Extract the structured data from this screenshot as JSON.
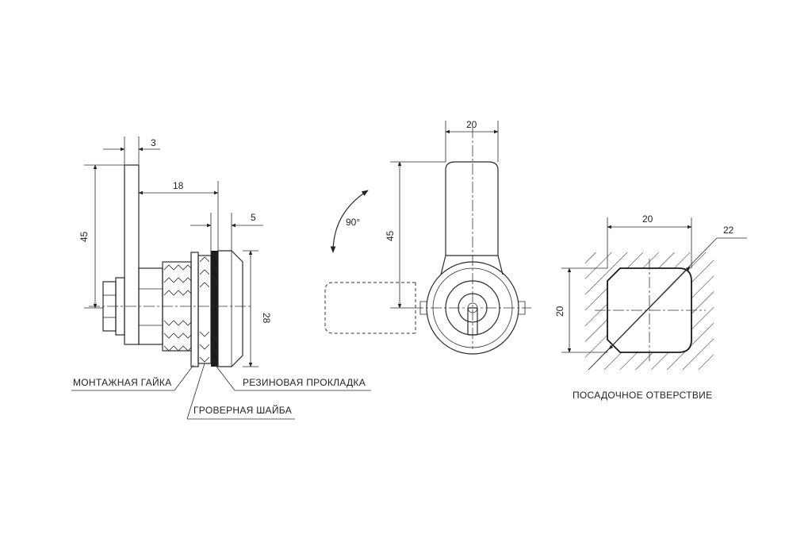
{
  "side_view": {
    "dim_plate_thickness": "3",
    "dim_length": "18",
    "dim_gasket": "5",
    "dim_height": "45",
    "dim_diameter": "28"
  },
  "labels": {
    "nut": "МОНТАЖНАЯ ГАЙКА",
    "gasket": "РЕЗИНОВАЯ ПРОКЛАДКА",
    "washer": "ГРОВЕРНАЯ ШАЙБА"
  },
  "front_view": {
    "dim_width": "20",
    "dim_height": "45",
    "rotation": "90°"
  },
  "hole": {
    "dim_width": "20",
    "dim_height": "20",
    "dim_diagonal": "22",
    "caption": "ПОСАДОЧНОЕ ОТВЕРСТВИЕ"
  }
}
